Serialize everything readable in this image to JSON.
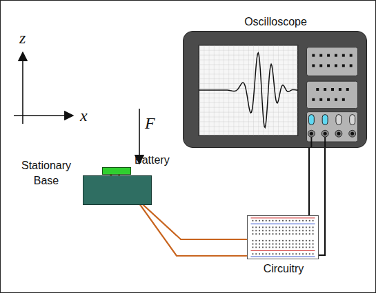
{
  "diagram": {
    "nodes": [
      {
        "text": [
          "Oscilloscope"
        ]
      },
      {
        "text": [
          "Battery"
        ]
      },
      {
        "text": [
          "Stationary Base"
        ]
      },
      {
        "text": [
          "Circuitry"
        ]
      }
    ],
    "edges": [
      {
        "from": 1,
        "to": 3,
        "arrow": "none"
      },
      {
        "from": 1,
        "to": 3,
        "arrow": "none"
      },
      {
        "from": 3,
        "to": 0,
        "arrow": "none"
      },
      {
        "from": 3,
        "to": 0,
        "arrow": "none"
      }
    ],
    "labels": [
      "z",
      "x",
      "F"
    ]
  }
}
